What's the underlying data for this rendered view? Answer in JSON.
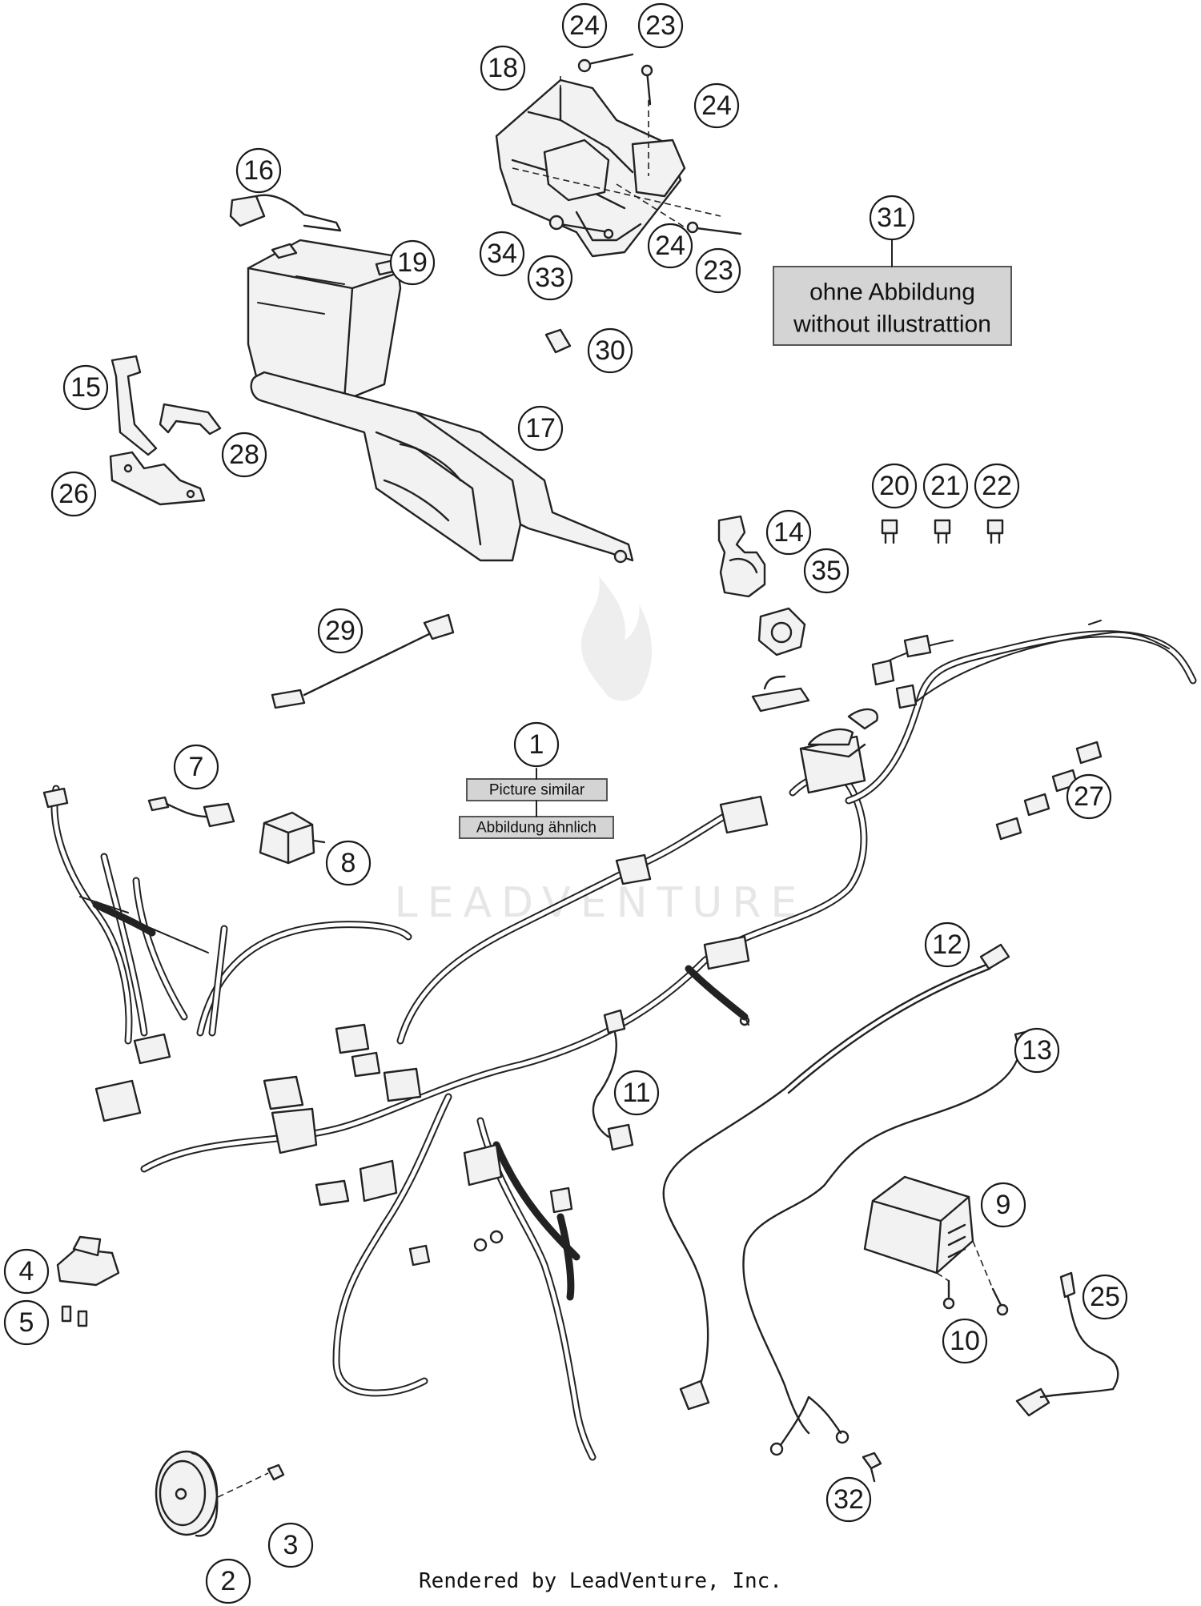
{
  "callouts": [
    {
      "label": "1"
    },
    {
      "label": "2"
    },
    {
      "label": "3"
    },
    {
      "label": "4"
    },
    {
      "label": "5"
    },
    {
      "label": "7"
    },
    {
      "label": "8"
    },
    {
      "label": "9"
    },
    {
      "label": "10"
    },
    {
      "label": "11"
    },
    {
      "label": "12"
    },
    {
      "label": "13"
    },
    {
      "label": "14"
    },
    {
      "label": "15"
    },
    {
      "label": "16"
    },
    {
      "label": "17"
    },
    {
      "label": "18"
    },
    {
      "label": "19"
    },
    {
      "label": "20"
    },
    {
      "label": "21"
    },
    {
      "label": "22"
    },
    {
      "label": "23"
    },
    {
      "label": "23"
    },
    {
      "label": "24"
    },
    {
      "label": "24"
    },
    {
      "label": "24"
    },
    {
      "label": "25"
    },
    {
      "label": "26"
    },
    {
      "label": "27"
    },
    {
      "label": "28"
    },
    {
      "label": "29"
    },
    {
      "label": "30"
    },
    {
      "label": "31"
    },
    {
      "label": "32"
    },
    {
      "label": "33"
    },
    {
      "label": "34"
    },
    {
      "label": "35"
    }
  ],
  "notes": {
    "picture_similar": "Picture similar",
    "abbildung_aehnlich": "Abbildung ähnlich",
    "ohne_abbildung": "ohne Abbildung",
    "without_illustration": "without illustrattion"
  },
  "watermark": "LEADVENTURE",
  "footer": "Rendered by LeadVenture, Inc."
}
